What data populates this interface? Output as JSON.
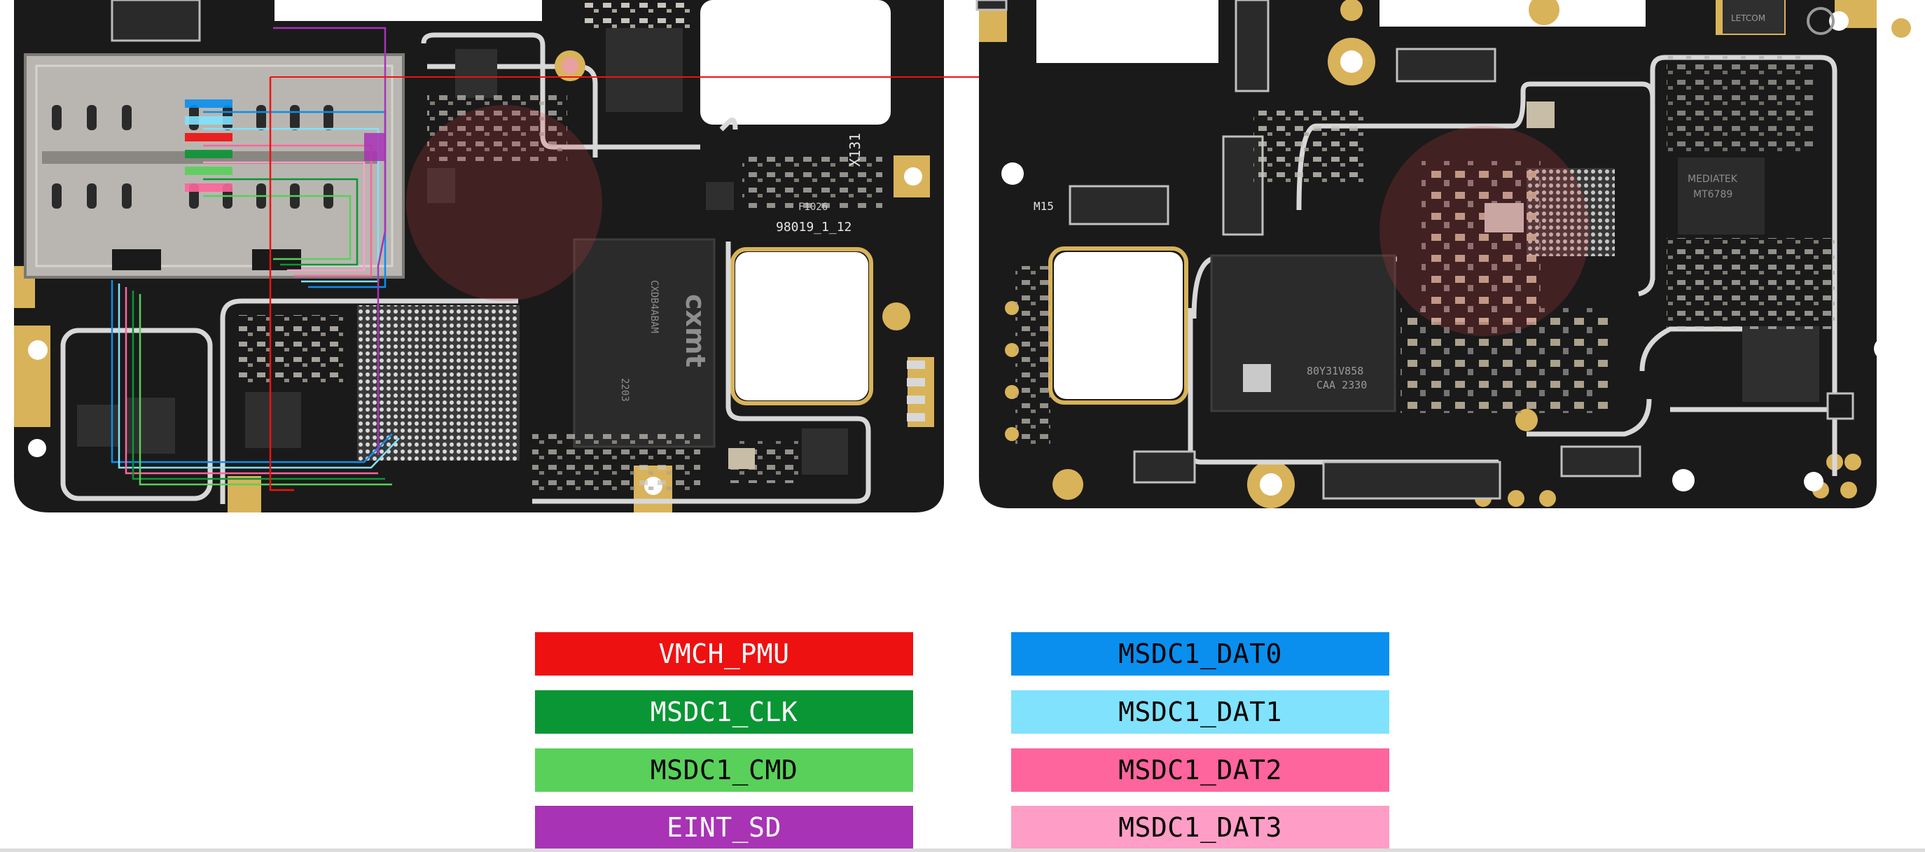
{
  "board_labels": {
    "left_model": "X131",
    "left_code": "98019_1_12",
    "left_ref": "F1026",
    "right_ref": "M15",
    "chip_left_brand": "cxmt",
    "chip_left_part": "CXDB4ABAM",
    "chip_left_date": "2203",
    "chip_right_top": "80Y31V858",
    "chip_right_mid": "CAA 2330",
    "mediatek_line1": "MEDIATEK",
    "mediatek_line2": "MT6789",
    "letcom": "LETCOM"
  },
  "colors": {
    "board": "#1a1a1a",
    "silk_outline": "#d8d8d8",
    "gold": "#d9b35a",
    "shield_silver": "#b9b6b1",
    "trace_red": "#e01a1a",
    "watermark": "rgba(210,60,70,0.22)"
  },
  "legend": {
    "left": [
      {
        "label": "VMCH_PMU",
        "bg": "#ee1111",
        "fg": "#ffffff"
      },
      {
        "label": "MSDC1_CLK",
        "bg": "#0a9634",
        "fg": "#ffffff"
      },
      {
        "label": "MSDC1_CMD",
        "bg": "#59d05a",
        "fg": "#000000"
      },
      {
        "label": "EINT_SD",
        "bg": "#a833b5",
        "fg": "#ffffff"
      }
    ],
    "right": [
      {
        "label": "MSDC1_DAT0",
        "bg": "#0a8fee",
        "fg": "#000000"
      },
      {
        "label": "MSDC1_DAT1",
        "bg": "#80e2fd",
        "fg": "#000000"
      },
      {
        "label": "MSDC1_DAT2",
        "bg": "#fd659c",
        "fg": "#000000"
      },
      {
        "label": "MSDC1_DAT3",
        "bg": "#fe9ec6",
        "fg": "#000000"
      }
    ]
  }
}
